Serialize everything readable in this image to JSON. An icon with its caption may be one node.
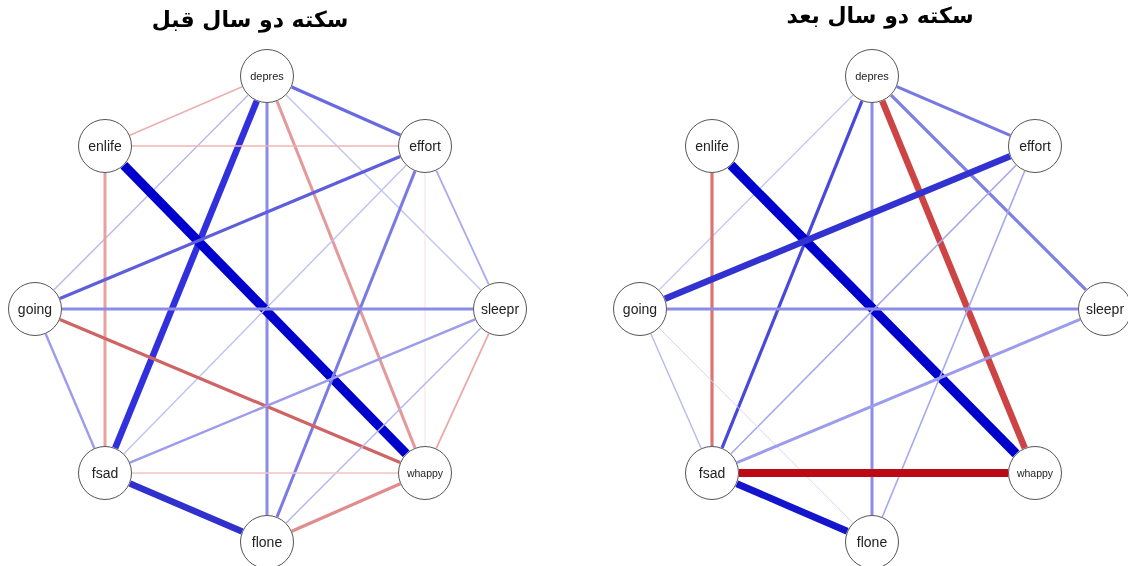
{
  "diagram": {
    "nodes": [
      {
        "text": [
          "depres"
        ]
      },
      {
        "text": [
          "enlife"
        ]
      },
      {
        "text": [
          "effort"
        ]
      },
      {
        "text": [
          "going"
        ]
      },
      {
        "text": [
          "sleepr"
        ]
      },
      {
        "text": [
          "fsad"
        ]
      },
      {
        "text": [
          "whappy"
        ]
      },
      {
        "text": [
          "flone"
        ]
      },
      {
        "text": [
          "depres"
        ]
      },
      {
        "text": [
          "enlife"
        ]
      },
      {
        "text": [
          "effort"
        ]
      },
      {
        "text": [
          "going"
        ]
      },
      {
        "text": [
          "sleepr"
        ]
      },
      {
        "text": [
          "fsad"
        ]
      },
      {
        "text": [
          "whappy"
        ]
      },
      {
        "text": [
          "flone"
        ]
      }
    ],
    "edges": [
      {
        "from": 0,
        "to": 1,
        "arrow": "none",
        "color": "#eab0b0"
      },
      {
        "from": 0,
        "to": 3,
        "arrow": "none",
        "color": "#b8b8f0"
      },
      {
        "from": 0,
        "to": 5,
        "arrow": "none",
        "color": "#3030dd",
        "style": "thick"
      },
      {
        "from": 0,
        "to": 7,
        "arrow": "none",
        "color": "#8c8ce8"
      },
      {
        "from": 0,
        "to": 2,
        "arrow": "none",
        "color": "#6a6ae0"
      },
      {
        "from": 0,
        "to": 6,
        "arrow": "none",
        "color": "#e49a9a"
      },
      {
        "from": 0,
        "to": 4,
        "arrow": "none",
        "color": "#c4c4f2"
      },
      {
        "from": 1,
        "to": 2,
        "arrow": "none",
        "color": "#eeb4b4"
      },
      {
        "from": 1,
        "to": 5,
        "arrow": "none",
        "color": "#e8a0a0"
      },
      {
        "from": 1,
        "to": 6,
        "arrow": "none",
        "color": "#0000cc",
        "style": "thick"
      },
      {
        "from": 2,
        "to": 3,
        "arrow": "none",
        "color": "#5e5edc"
      },
      {
        "from": 2,
        "to": 7,
        "arrow": "none",
        "color": "#7a7ae4"
      },
      {
        "from": 2,
        "to": 5,
        "arrow": "none",
        "color": "#c0c0f2"
      },
      {
        "from": 2,
        "to": 6,
        "arrow": "none",
        "color": "#f4e0e0"
      },
      {
        "from": 2,
        "to": 4,
        "arrow": "none",
        "color": "#aaaaee"
      },
      {
        "from": 3,
        "to": 4,
        "arrow": "none",
        "color": "#8c8ce8"
      },
      {
        "from": 3,
        "to": 6,
        "arrow": "none",
        "color": "#d06464"
      },
      {
        "from": 3,
        "to": 5,
        "arrow": "none",
        "color": "#9c9cec"
      },
      {
        "from": 4,
        "to": 5,
        "arrow": "none",
        "color": "#9c9cec"
      },
      {
        "from": 4,
        "to": 7,
        "arrow": "none",
        "color": "#b4b4f0"
      },
      {
        "from": 4,
        "to": 6,
        "arrow": "none",
        "color": "#eaaaaa"
      },
      {
        "from": 5,
        "to": 6,
        "arrow": "none",
        "color": "#f0c4c4"
      },
      {
        "from": 5,
        "to": 7,
        "arrow": "none",
        "color": "#3030cc",
        "style": "thick"
      },
      {
        "from": 7,
        "to": 6,
        "arrow": "none",
        "color": "#e08c8c"
      },
      {
        "from": 8,
        "to": 11,
        "arrow": "none",
        "color": "#c0c0f2"
      },
      {
        "from": 8,
        "to": 13,
        "arrow": "none",
        "color": "#4848dc"
      },
      {
        "from": 8,
        "to": 15,
        "arrow": "none",
        "color": "#8c8ce8"
      },
      {
        "from": 8,
        "to": 10,
        "arrow": "none",
        "color": "#7878e2"
      },
      {
        "from": 8,
        "to": 14,
        "arrow": "none",
        "color": "#cc4444",
        "style": "thick"
      },
      {
        "from": 8,
        "to": 12,
        "arrow": "none",
        "color": "#8080e4"
      },
      {
        "from": 9,
        "to": 13,
        "arrow": "none",
        "color": "#dc7474"
      },
      {
        "from": 9,
        "to": 14,
        "arrow": "none",
        "color": "#0000cc",
        "style": "thick"
      },
      {
        "from": 10,
        "to": 11,
        "arrow": "none",
        "color": "#3232d0",
        "style": "thick"
      },
      {
        "from": 10,
        "to": 13,
        "arrow": "none",
        "color": "#a8a8ee"
      },
      {
        "from": 10,
        "to": 15,
        "arrow": "none",
        "color": "#a8a8ee"
      },
      {
        "from": 11,
        "to": 12,
        "arrow": "none",
        "color": "#8c8ce8"
      },
      {
        "from": 11,
        "to": 13,
        "arrow": "none",
        "color": "#b8b8f0"
      },
      {
        "from": 11,
        "to": 15,
        "arrow": "none",
        "color": "#d4d4f6"
      },
      {
        "from": 12,
        "to": 13,
        "arrow": "none",
        "color": "#9c9cec"
      },
      {
        "from": 13,
        "to": 14,
        "arrow": "none",
        "color": "#bb0a16",
        "style": "thick"
      },
      {
        "from": 13,
        "to": 15,
        "arrow": "none",
        "color": "#1414cc",
        "style": "thick"
      }
    ],
    "labels": [
      "سکته دو سال قبل",
      "سکته دو سال بعد"
    ]
  }
}
